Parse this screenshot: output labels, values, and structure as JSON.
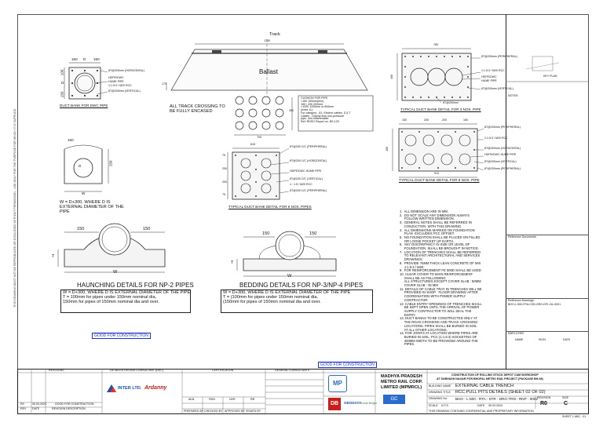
{
  "left_margin_text": "THIS DRAWING MUST NOT BE REPRODUCED OR DISCLOSED WITHOUT PERMISSION - USE ONLY FOR THE PURPOSE FOR WHICH IT IS SUPPLIED",
  "drawings": {
    "top_left": {
      "dims": [
        "150",
        "D",
        "150",
        "100",
        "D",
        "150"
      ],
      "callouts": [
        "8T@200mm (HORIZONTAL)",
        "HDPE/DWC",
        "HUME PIPE",
        "1:1.5:3 / M20 RCC",
        "8T@200mm (VERTICAL)"
      ],
      "title": "DUCT BANK FOR DWC PIPE"
    },
    "track": {
      "track_label": "Track",
      "ballast_label": "Ballast",
      "dims": [
        "170",
        "1700",
        "700",
        "350"
      ],
      "encased_note": "ALL TRACK CROSSING TO BE FULLY ENCASED",
      "cushion_lines": [
        "CUSHION FOR PIPE",
        "<150      100mm(min)",
        "150 / 200    200mm",
        ">1200      1200mm or 600mm",
        "             (extra 1L)",
        "For category - A1: Electric cables, S & T",
        "Cables , Gravity flow non-pressure",
        "pipe, non-inflammable.",
        "Ref: RDSO Report no. BS-120"
      ]
    },
    "pipe_detail": {
      "dims": [
        "150",
        "D",
        "150",
        "W"
      ],
      "note": "W = D+300, WHERE D IS EXTERNAL DIAMETER OF THE PIPE"
    },
    "duct_6": {
      "dims": [
        "75",
        "200",
        "200",
        "75",
        "615"
      ],
      "callouts": [
        "8T@200 C/C (PERIPHERAL)",
        "8T@200 C/C (HORIZONTAL)",
        "HDPE/DWC HUME PIPE",
        "8T@200 C/C (VERTICAL)",
        "1 : 1.5 / M20 RCC",
        "8T@200 C/C (PERIPHERAL)"
      ],
      "title": "TYPICAL DUCT BANK DETAIL FOR 6 NOS. PIPES"
    },
    "duct_3": {
      "dims": [
        "780",
        "400"
      ],
      "callouts": [
        "8T@200mm (PERIPHERAL)",
        "1:1.5:3 / M20 RCC",
        "HDPE/DWC",
        "HUME PIPE",
        "8T@200mm (VERTICAL)",
        "8T@200mm"
      ],
      "title": "TYPICAL DUCT BANK DETAIL FOR 3 NOS. PIPE"
    },
    "duct_8": {
      "dims": [
        "150",
        "150",
        "200",
        "200",
        "913",
        "100"
      ],
      "callouts": [
        "8T@200mm (PERIPHERAL)",
        "1:1.5:3 / M20 RCC",
        "8T@200mm (HORIZONTAL)",
        "HDPE/DWC HUME PIPE",
        "8T@200mm (VERTICAL)",
        "8T@200mm (PERIPHERAL)"
      ],
      "title": "TYPICAL DUCT BANK DETAIL FOR 8 NOS. PIPE"
    },
    "haunching": {
      "dims": [
        "150",
        "150",
        "T",
        "W"
      ],
      "title": "HAUNCHING DETAILS FOR NP-2 PIPES",
      "notes": [
        "W = D+300, WHERE D IS EXTERNAL DIAMETER OF THE PIPE",
        "T  = 100mm for pipes under 150mm nominal dia,",
        "      150mm for pipes of 150mm nominal dia and over."
      ]
    },
    "bedding": {
      "dims": [
        "150",
        "150",
        "T",
        "W"
      ],
      "title": "BEDDING DETAILS FOR NP-3/NP-4 PIPES",
      "notes": [
        "W = D+300, WHERE D IS EXTERNAL DIAMETER OF THE PIPE",
        "T  = (100mm for pipes under 150mm nominal dia,",
        "      (150mm for pipes of 150mm nominal dia and over."
      ]
    }
  },
  "general_notes": [
    "1.  ALL DIMENSION ARE IN MM.",
    "2.  DO NOT SCALE ANY DIMENSION ALWAYS",
    "     FOLLOW WRITTEN DIMENSION.",
    "3.  GENERAL NOTES SHALL BE REFERRED IN",
    "     CONJUCTION  WITH THIS DRAWING.",
    "4.  ALL DIMENSIONS MARKED ON FOUNDATION",
    "     PLAN  EXCLUDES PCC OFFSET.",
    "5.  NO FOUNDATION SHALL BE PLACED ON FILLED",
    "     OR LOOSE POCKET UP EARTH.",
    "6.  ANY DISCREPANCY IN SIZE OR LEVEL OF",
    "     FOUNDATION  SHALL BE BROUGHT IN NOTICE.",
    "7.  LOCATION OF TRENCHES SHALL BE REFERRED",
    "     TO RELEVANT ARCHITECTURAL AND SERVICES",
    "     DRAWINGS.",
    "8.  PROVIDE 75MM THICK LEAN CONCRETE OF MIX",
    "     1:1.5:3 / M20.",
    "9.  FOR REINFORCEMENT FE 500D SHALL BE USED",
    "10. CLEAR COVER TO MAIN REINFORCEMENT",
    "     SHALL BE AS FOLLOWING:",
    "     ALL STRUCTURES EXCEPT COVER SLAB : 50MM",
    "     COVER SLAB : 25 MM",
    "11. DETAILS OF CABLE TRAY IN TRENCHES WILL BE",
    "     PROVIDED IN SHOP   FLOOR DRAWING AFTER",
    "     COORDINATION WITH POWER SUPPLY",
    "     CONTRACTOR.",
    "12. CABLE ENTRY OPENINGS OF TRENCHES SHALL",
    "     BE KEPT OPEN UNTIL THE ARRIVAL OF POWER",
    "     SUPPLY CONTRACTOR TO WILL SEAL THE",
    "     ENTRY.",
    "13. DUCT BANKS TO BE CONSTRUCTED ONLY AT",
    "     THE ROAD CROSSING AND TRACK CROSSING",
    "     LOCATIONS. PIPES SHALL BE BURIED IN SOIL",
    "     AT ALL OTHER LOCATIONS.",
    "14. FOR JOINTS AT LOCATION WHERE PIPES ARE",
    "     BURIED IN SOIL, PCC (1:1.5:3) SOCKETING OF",
    "     400MM WIDTH TO BE PROVIDED AROUND THE",
    "     PIPES."
  ],
  "stamps": {
    "gfc_left": "GOOD FOR CONSTRUCTION",
    "gfc_center": "GOOD FOR CONSTRUCTION"
  },
  "side_panel": {
    "key_plan": "KEY PLAN",
    "notes": "NOTES:",
    "reference_documents": "Reference Documents",
    "reference_drawings": "Reference Drawings:",
    "reference_drawing_no": "BHO-L-500-RTA-CSD-DRG-DFL-NL-0001",
    "employer": "EMPLOYER",
    "cols": [
      "NAME",
      "SIGN",
      "DATE"
    ]
  },
  "title_block": {
    "revisions_header": "REVISIONS",
    "rev_rows": [
      {
        "rev": "R0",
        "date": "30.03.2024",
        "desc": "GOOD FOR CONSTRUCTION"
      },
      {
        "rev": "REV",
        "date": "DATE",
        "desc": "REVISION DESCRIPTION"
      }
    ],
    "detailed_design_consultant": "DETAILED DESIGN CONSULTANT (DDC)",
    "certification": "CERTIFICATION",
    "general_consultant": "GENERAL CONSULTANTS",
    "contractor_logo_1": "INTER LTD.",
    "contractor_logo_2": "Ardanny",
    "prepared_by": "PREPARED BY",
    "checked_by": "CHECKED BY",
    "approved_by": "APPROVED BY",
    "issued_by": "ISSUED BY",
    "sign_row": [
      "AKN",
      "RDN",
      "NVR",
      "RB"
    ],
    "employer_name_1": "MADHYA PRADESH",
    "employer_name_2": "METRO RAIL CORP.",
    "employer_name_3": "LIMITED (MPMRCL)",
    "employer_logo": "MP",
    "gc_logo": "GC",
    "gc_partner_1": "DB",
    "gc_partner_2": "GEODATA",
    "gc_partner_3": "Louis Berger",
    "contractor_label": "GENERAL CONSULTANTS",
    "project_title_1": "CONSTRUCTION OF ROLLING STOCK DEPOT CUM WORKSHOP",
    "project_title_2": "AT SUBHASH NAGAR FOR BHOPAL METRO RAIL PROJECT (PACKAGE BH-08)",
    "building_name_label": "BUILDING NAME",
    "building_name": "EXTERNAL CABLE TRENCH",
    "drawing_title_label": "DRAWING TITLE",
    "drawing_title": "RCC PULL PITS DETAILS (SHEET 02 OF 02)",
    "drawing_no_label": "DRAWING No.",
    "drawing_no": "BHO - L-500 - RTA - STR - DRG-TRN - RNP - 0002",
    "revision_label": "REVISION",
    "revision": "R0",
    "size_label": "SIZE",
    "size": "C",
    "scale_label": "SCALE",
    "scale": "N.T.S",
    "date_label": "DATE",
    "date": "30.03.2024",
    "footer_note": "THIS DRAWING CONTAINS CONFIDENTIAL AND PROPRIETARY INFORMATION",
    "sheet_label": "SHEET 1 ABC - 01"
  }
}
